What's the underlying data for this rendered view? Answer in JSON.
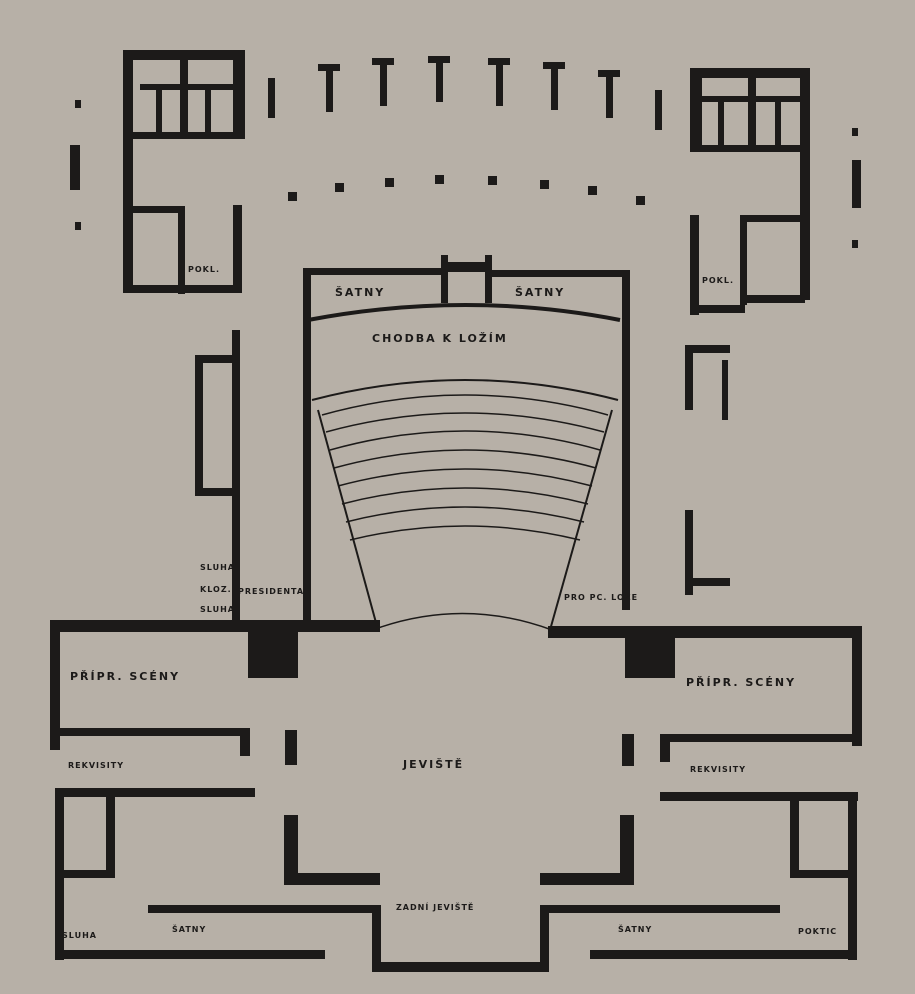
{
  "labels": {
    "satny_left": "ŠATNY",
    "satny_right": "ŠATNY",
    "chodba": "CHODBA K LOŽÍM",
    "pokl_left": "POKL.",
    "pokl_right": "POKL.",
    "pripr_left": "PŘÍPR. SCÉNY",
    "pripr_right": "PŘÍPR. SCÉNY",
    "rekvisity_left": "REKVISITY",
    "rekvisity_right": "REKVISITY",
    "jeviste": "JEVIŠTĚ",
    "zadni_jeviste": "ZADNÍ JEVIŠTĚ",
    "satny_bottom_left": "ŠATNY",
    "satny_bottom_right": "ŠATNY",
    "sluha_top": "SLUHA",
    "kloz": "KLOZ.",
    "presidenta": "PRESIDENTA",
    "sluha_mid": "SLUHA",
    "proc_loze": "PRO PC. LOŽE",
    "sluha_bottom": "SLUHA",
    "pokl_bottom_right": "POKTIC"
  },
  "colors": {
    "paper": "#b7b0a7",
    "ink": "#1c1a19"
  }
}
